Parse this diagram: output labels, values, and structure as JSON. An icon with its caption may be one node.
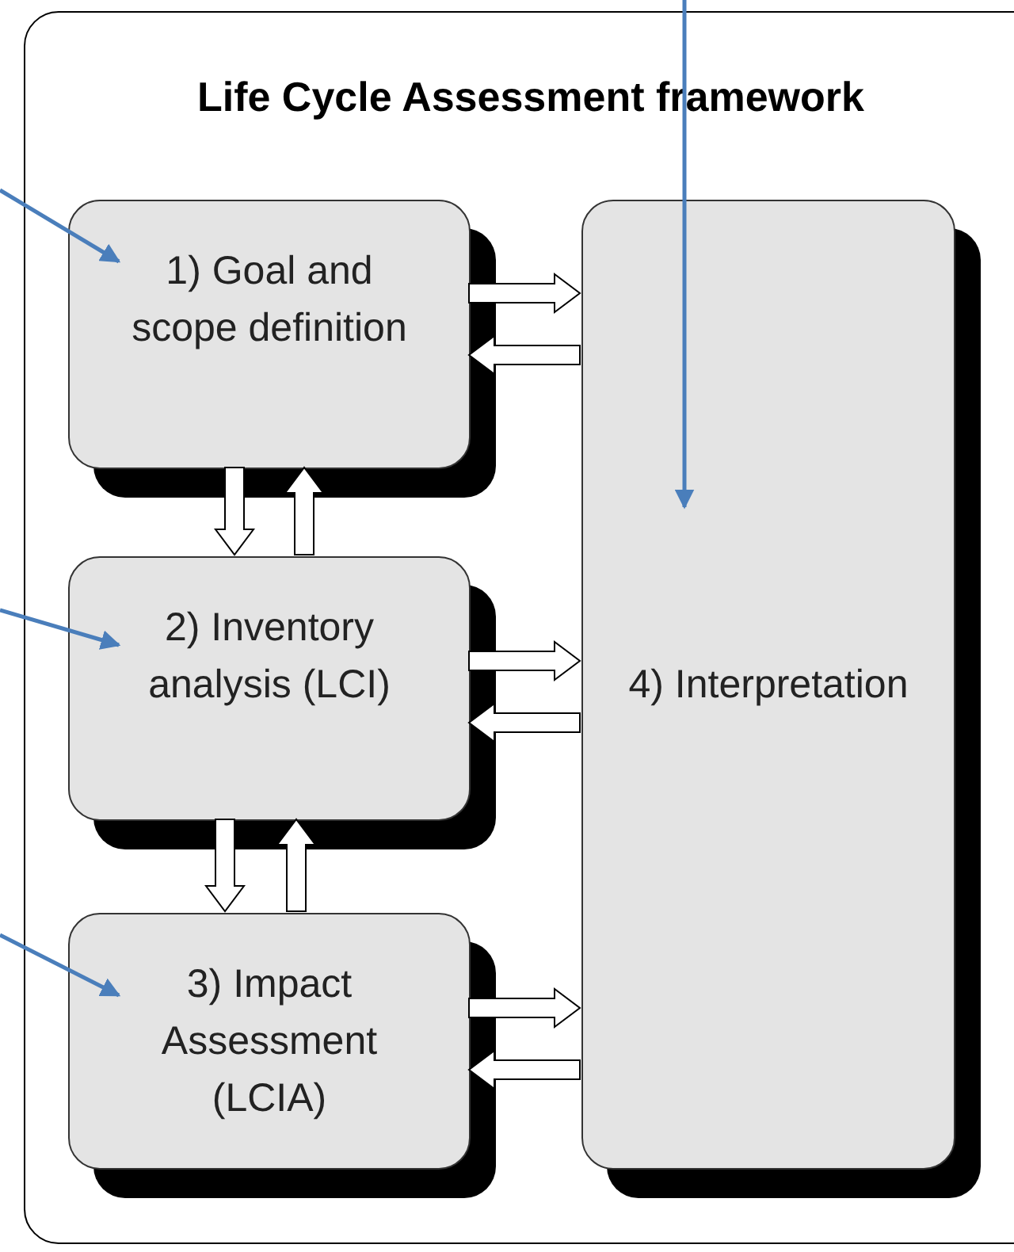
{
  "diagram": {
    "nodes": [
      {
        "text": [
          "Life Cycle Assessment framework"
        ]
      },
      {
        "text": [
          "1) Goal and scope definition"
        ],
        "in": 0
      },
      {
        "text": [
          "2) Inventory analysis (LCI)"
        ],
        "in": 0
      },
      {
        "text": [
          "3) Impact Assessment (LCIA)"
        ],
        "in": 0
      },
      {
        "text": [
          "4) Interpretation"
        ],
        "in": 0
      }
    ],
    "edges": [
      {
        "from": null,
        "to": 1,
        "arrow": "to",
        "color": "#4a7ebb"
      },
      {
        "from": null,
        "to": 2,
        "arrow": "to",
        "color": "#4a7ebb"
      },
      {
        "from": null,
        "to": 3,
        "arrow": "to",
        "color": "#4a7ebb"
      },
      {
        "from": null,
        "to": 4,
        "arrow": "to",
        "color": "#4a7ebb"
      },
      {
        "from": 1,
        "to": 4,
        "arrow": "to"
      },
      {
        "from": 4,
        "to": 1,
        "arrow": "to"
      },
      {
        "from": 1,
        "to": 2,
        "arrow": "to"
      },
      {
        "from": 2,
        "to": 1,
        "arrow": "to"
      },
      {
        "from": 2,
        "to": 4,
        "arrow": "to"
      },
      {
        "from": 4,
        "to": 2,
        "arrow": "to"
      },
      {
        "from": 2,
        "to": 3,
        "arrow": "to"
      },
      {
        "from": 3,
        "to": 2,
        "arrow": "to"
      },
      {
        "from": 3,
        "to": 4,
        "arrow": "to"
      },
      {
        "from": 4,
        "to": 3,
        "arrow": "to"
      }
    ]
  }
}
